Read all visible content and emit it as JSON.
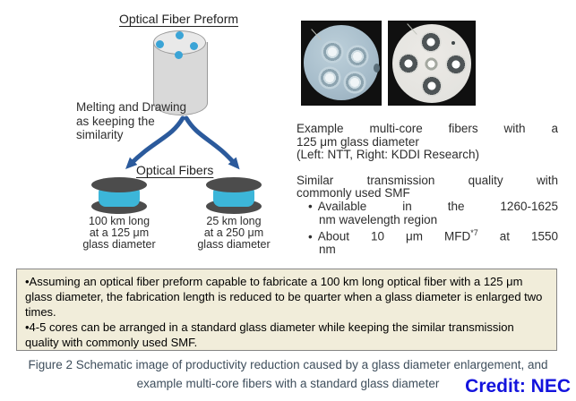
{
  "left_diagram": {
    "preform_title": "Optical Fiber Preform",
    "melting_lines": [
      "Melting and Drawing",
      "as keeping the",
      "similarity"
    ],
    "fibers_title": "Optical Fibers",
    "left_spool_label": [
      "100 km long",
      "at a 125 μm",
      "glass diameter"
    ],
    "right_spool_label": [
      "25 km long",
      "at a 250 μm",
      "glass diameter"
    ]
  },
  "right_panel": {
    "p1_lines": [
      "Example multi-core fibers with a",
      "125 μm glass diameter",
      "(Left: NTT, Right: KDDI Research)"
    ],
    "p2_lines": [
      "Similar transmission quality with",
      "commonly used SMF"
    ],
    "bullet_char": "•",
    "bullet1_lines": [
      "Available in the 1260-1625",
      "nm wavelength region"
    ],
    "bullet2_line1": {
      "pre": "About 10 μm MFD",
      "sup": "*7",
      "post": " at 1550"
    },
    "bullet2_line2": "nm"
  },
  "note_box": {
    "item1": "•Assuming an optical fiber preform capable to fabricate a 100 km long optical fiber with a 125 μm glass diameter, the fabrication length is reduced to be quarter when a glass diameter is enlarged two times.",
    "item2": "•4-5 cores can be arranged in a standard glass diameter while keeping the similar transmission quality with commonly used SMF."
  },
  "caption": {
    "line1": "Figure 2 Schematic image of productivity reduction caused by a glass diameter enlargement, and",
    "line2": "example multi-core fibers with a standard glass diameter"
  },
  "credit": "Credit: NEC",
  "colors": {
    "arrow_blue": "#2b5a9c",
    "core_dot_blue": "#3ba4d6",
    "spool_body_cyan": "#3cb6d9",
    "spool_flange_gray": "#4c4c4c",
    "note_bg": "#f1edda",
    "caption_color": "#3e4e5c",
    "credit_blue": "#1313dd"
  }
}
